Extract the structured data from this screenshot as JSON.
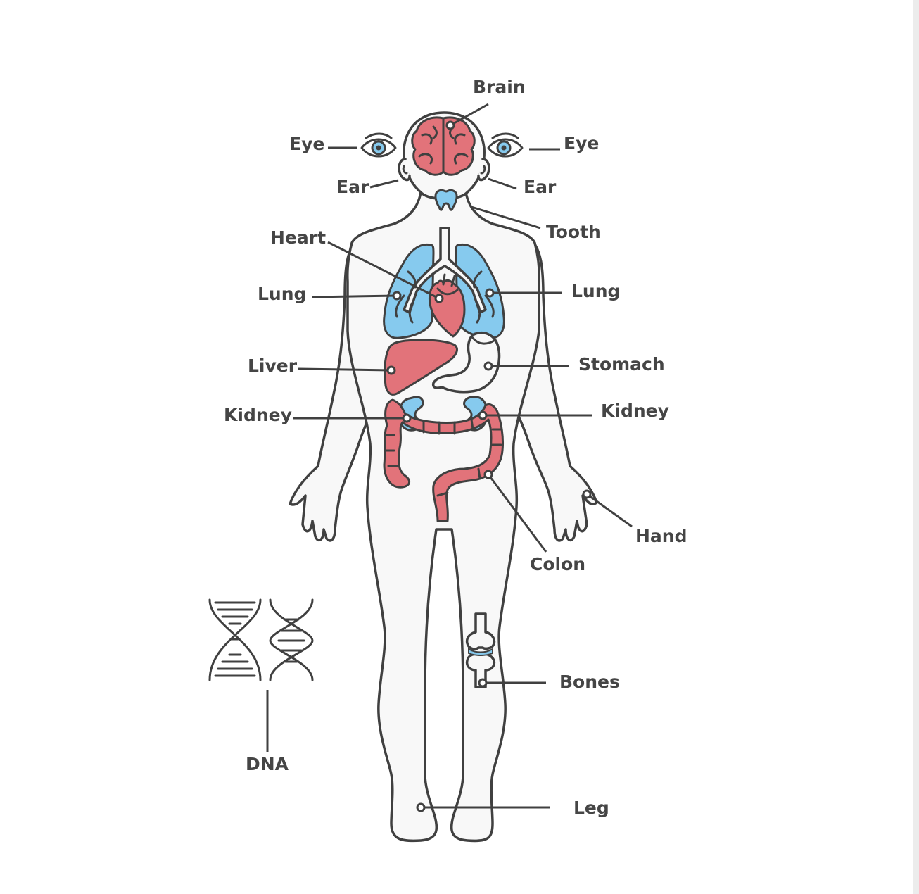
{
  "colors": {
    "organ_red": "#e2737a",
    "organ_blue": "#86caee",
    "outline": "#404040",
    "skin": "#f8f8f8",
    "label": "#454545"
  },
  "labels": {
    "brain": "Brain",
    "eye_left": "Eye",
    "eye_right": "Eye",
    "ear_left": "Ear",
    "ear_right": "Ear",
    "tooth": "Tooth",
    "heart": "Heart",
    "lung_left": "Lung",
    "lung_right": "Lung",
    "liver": "Liver",
    "stomach": "Stomach",
    "kidney_left": "Kidney",
    "kidney_right": "Kidney",
    "hand": "Hand",
    "colon": "Colon",
    "bones": "Bones",
    "dna": "DNA",
    "leg": "Leg"
  },
  "icons": [
    "brain-icon",
    "eye-icon",
    "ear-icon",
    "tooth-icon",
    "lungs-icon",
    "heart-icon",
    "liver-icon",
    "stomach-icon",
    "kidney-icon",
    "colon-icon",
    "bone-icon",
    "dna-icon"
  ]
}
